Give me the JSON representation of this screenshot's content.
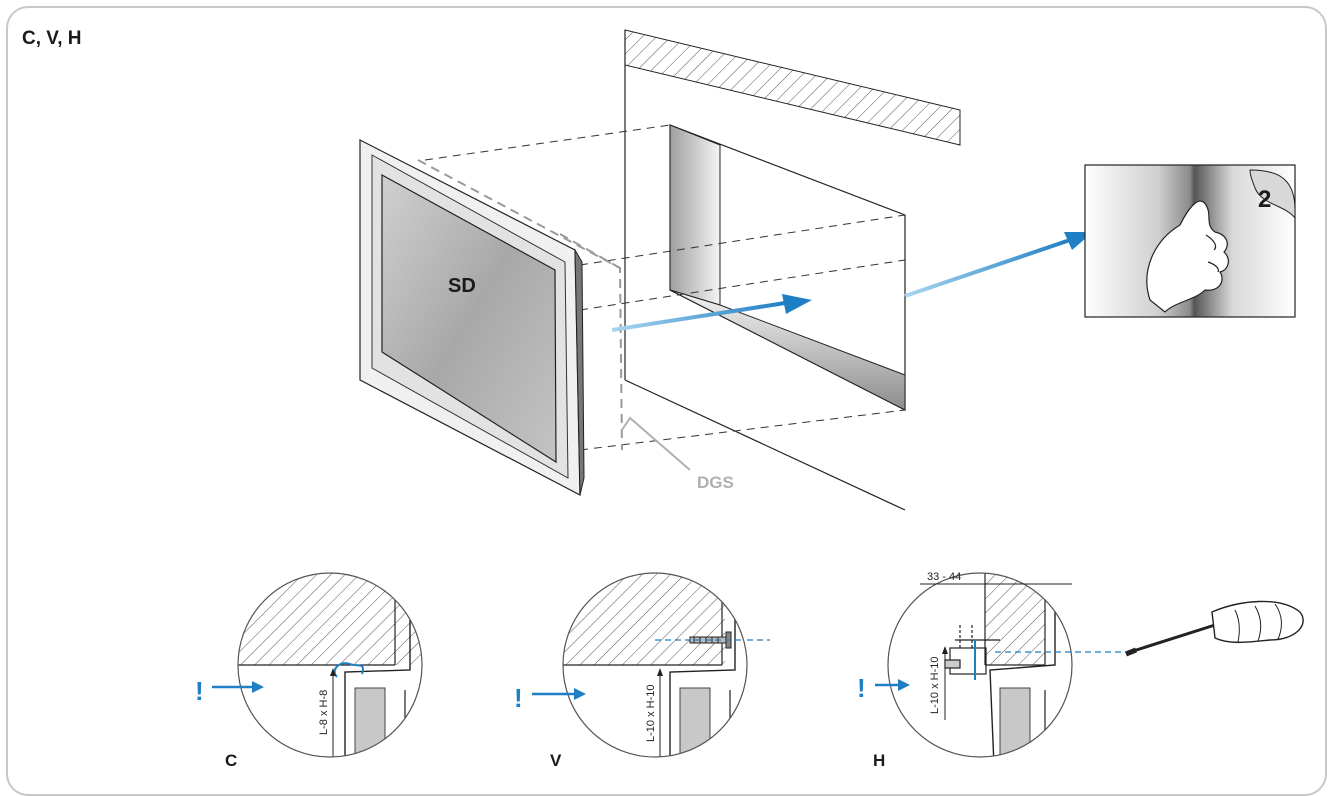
{
  "page": {
    "title": "C, V, H"
  },
  "main_illustration": {
    "panel_label": "SD",
    "frame_label": "DGS",
    "inset_number": "2"
  },
  "details": [
    {
      "caption": "C",
      "dimension": "L-8 x H-8",
      "warning": "!"
    },
    {
      "caption": "V",
      "dimension": "L-10 x H-10",
      "warning": "!"
    },
    {
      "caption": "H",
      "dimension": "L-10 x H-10",
      "warning": "!",
      "measurement": "33 - 44"
    }
  ],
  "colors": {
    "accent_blue": "#1f7fc4",
    "arrow_light": "#8ec6e6",
    "frame_border": "#c8c8c8",
    "label_gray": "#b0b0b0"
  },
  "icons": [
    "hand-pressing-icon",
    "screwdriver-icon",
    "warning-arrow-icon"
  ]
}
